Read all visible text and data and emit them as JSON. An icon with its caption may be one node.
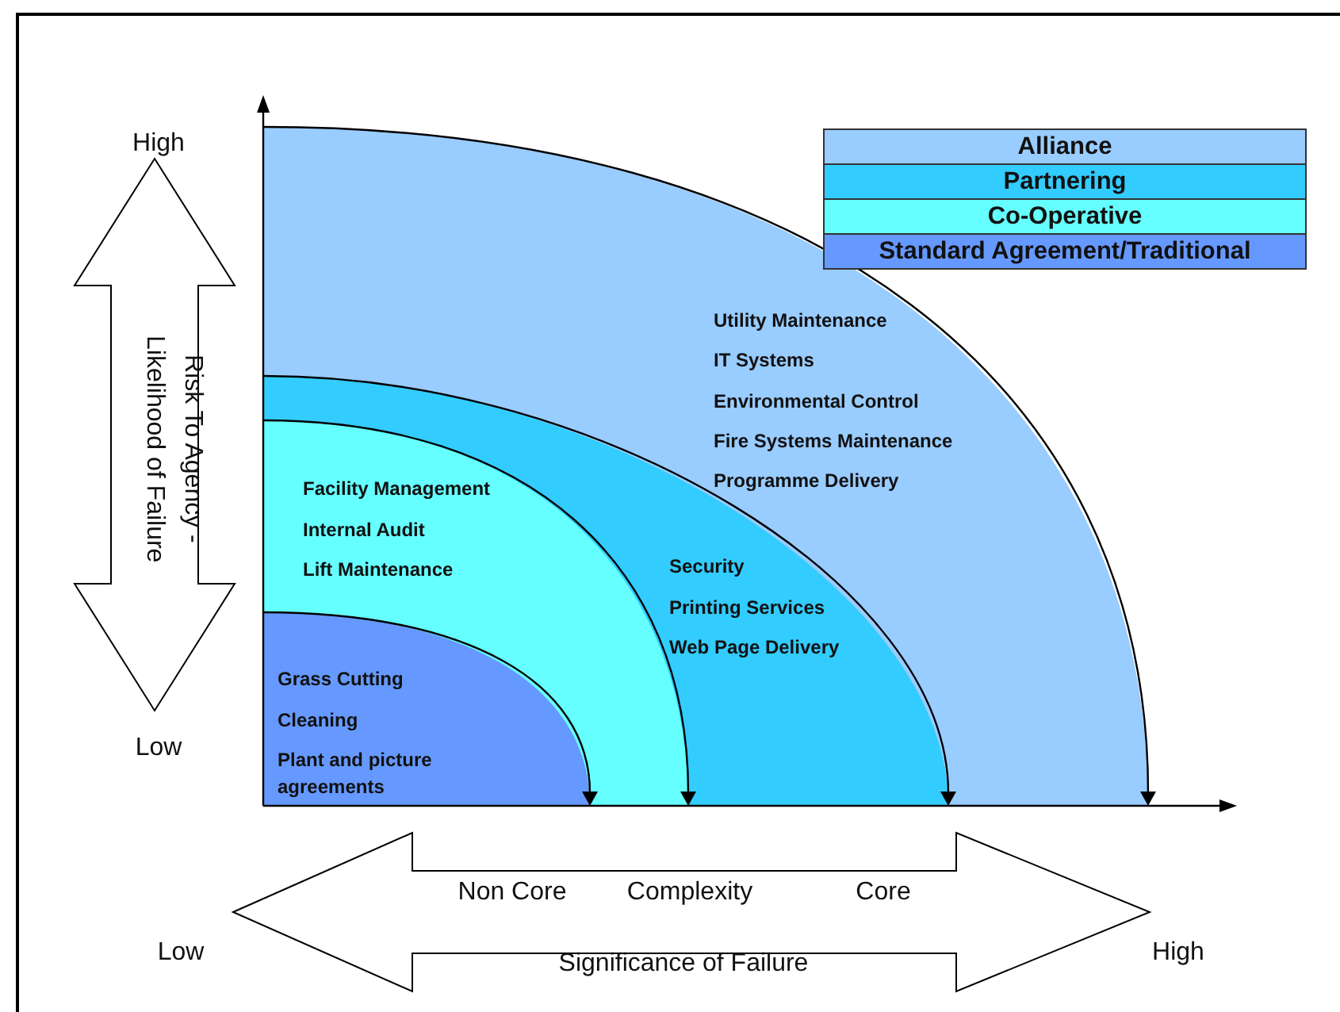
{
  "diagram": {
    "nodes": [
      {
        "text": [
          "Risk To Agency - Likelihood of Failure"
        ],
        "beside": [
          "High",
          "Low"
        ]
      },
      {
        "text": [
          "Utility Maintenance",
          "IT Systems",
          "Environmental Control",
          "Fire Systems Maintenance",
          "Programme Delivery"
        ]
      },
      {
        "text": [
          "Security",
          "Printing Services",
          "Web Page Delivery"
        ],
        "in": 1
      },
      {
        "text": [
          "Facility Management",
          "Internal Audit",
          "Lift Maintenance"
        ],
        "in": 2
      },
      {
        "text": [
          "Grass Cutting",
          "Cleaning",
          "Plant and picture agreements"
        ],
        "in": 3
      },
      {
        "text": [
          "Non Core",
          "Complexity",
          "Core",
          "Significance of Failure"
        ],
        "beside": [
          "Low",
          "High"
        ]
      }
    ],
    "legend": [
      {
        "text": "Alliance",
        "color": "#99ccff"
      },
      {
        "text": "Partnering",
        "color": "#33ccff"
      },
      {
        "text": "Co-Operative",
        "color": "#66ffff"
      },
      {
        "text": "Standard Agreement/Traditional",
        "color": "#6699ff"
      }
    ]
  }
}
